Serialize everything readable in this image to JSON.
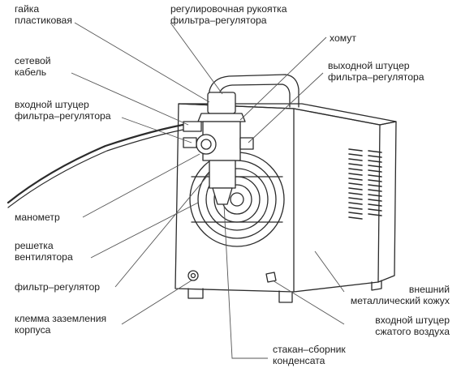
{
  "labels": {
    "plastic_nut": [
      "гайка",
      "пластиковая"
    ],
    "adjusting_handle": [
      "регулировочная рукоятка",
      "фильтра–регулятора"
    ],
    "clamp": [
      "хомут"
    ],
    "power_cable": [
      "сетевой",
      "кабель"
    ],
    "output_fitting": [
      "выходной штуцер",
      "фильтра–регулятора"
    ],
    "input_fitting_filter": [
      "входной штуцер",
      "фильтра–регулятора"
    ],
    "manometer": [
      "манометр"
    ],
    "fan_grille": [
      "решетка",
      "вентилятора"
    ],
    "filter_regulator": [
      "фильтр–регулятор"
    ],
    "ground_terminal": [
      "клемма заземления",
      "корпуса"
    ],
    "outer_casing": [
      "внешний",
      "металлический кожух"
    ],
    "air_inlet": [
      "входной штуцер",
      "сжатого воздуха"
    ],
    "condensate_bowl": [
      "стакан–сборник",
      "конденсата"
    ]
  },
  "colors": {
    "stroke": "#2b2b2b",
    "leader": "#555555",
    "text": "#222222"
  }
}
